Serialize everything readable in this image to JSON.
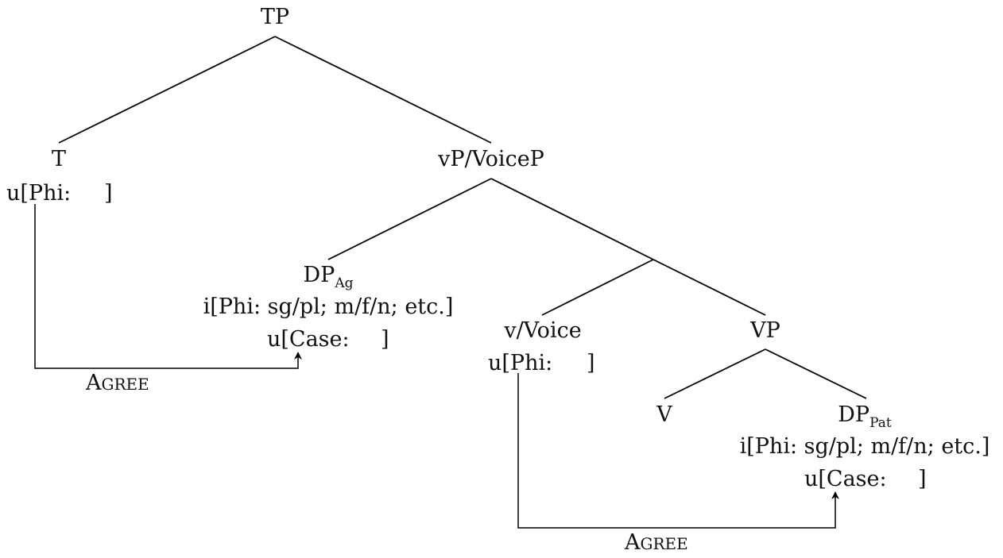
{
  "tree": {
    "root": {
      "label": "TP"
    },
    "t": {
      "label": "T",
      "feature": "u[Phi:",
      "feature_close": "]"
    },
    "vp_voicep": {
      "label": "vP/VoiceP"
    },
    "dp_ag": {
      "label": "DP",
      "subscript": "Ag",
      "feature_phi": "i[Phi: sg/pl; m/f/n; etc.]",
      "feature_case": "u[Case:",
      "feature_case_close": "]"
    },
    "v_voice": {
      "label": "v/Voice",
      "feature": "u[Phi:",
      "feature_close": "]"
    },
    "vp": {
      "label": "VP"
    },
    "v": {
      "label": "V"
    },
    "dp_pat": {
      "label": "DP",
      "subscript": "Pat",
      "feature_phi": "i[Phi: sg/pl; m/f/n; etc.]",
      "feature_case": "u[Case:",
      "feature_case_close": "]"
    }
  },
  "agree_relations": [
    {
      "label_initial": "A",
      "label_rest": "GREE",
      "from": "T",
      "to": "DP Ag"
    },
    {
      "label_initial": "A",
      "label_rest": "GREE",
      "from": "v/Voice",
      "to": "DP Pat"
    }
  ]
}
